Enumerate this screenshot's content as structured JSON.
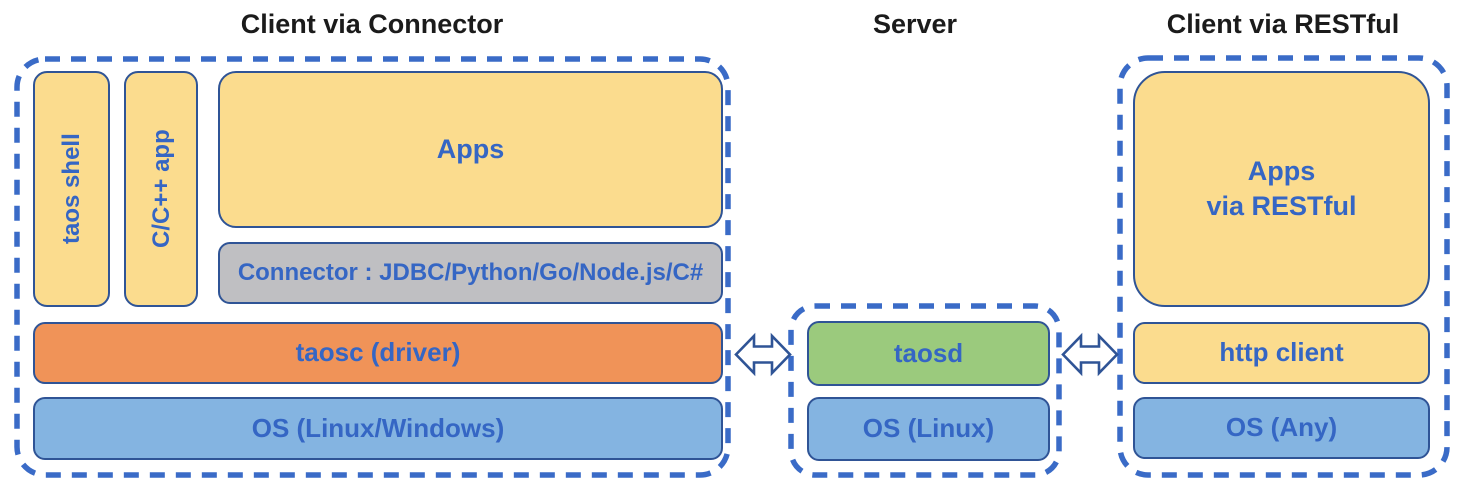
{
  "titles": {
    "client_connector": "Client via Connector",
    "server": "Server",
    "client_restful": "Client via RESTful"
  },
  "client_connector": {
    "taos_shell": "taos shell",
    "cpp_app": "C/C++ app",
    "apps": "Apps",
    "connector": "Connector : JDBC/Python/Go/Node.js/C#",
    "taosc": "taosc (driver)",
    "os": "OS (Linux/Windows)"
  },
  "server": {
    "taosd": "taosd",
    "os": "OS (Linux)"
  },
  "client_restful": {
    "apps_line1": "Apps",
    "apps_line2": "via RESTful",
    "http_client": "http client",
    "os": "OS (Any)"
  },
  "icons": {
    "arrow_client_server": "bidirectional-arrow",
    "arrow_server_restful": "bidirectional-arrow"
  },
  "colors": {
    "box_yellow": "#FBDC8E",
    "box_orange": "#F09358",
    "box_blue": "#84B4E1",
    "box_green": "#9BCA7D",
    "box_gray": "#BFBFC2",
    "box_border": "#2F5496",
    "container_dash": "#3A6BC7",
    "label_blue": "#3566C4",
    "title_text": "#1B1B1B",
    "background": "#FFFFFF"
  }
}
